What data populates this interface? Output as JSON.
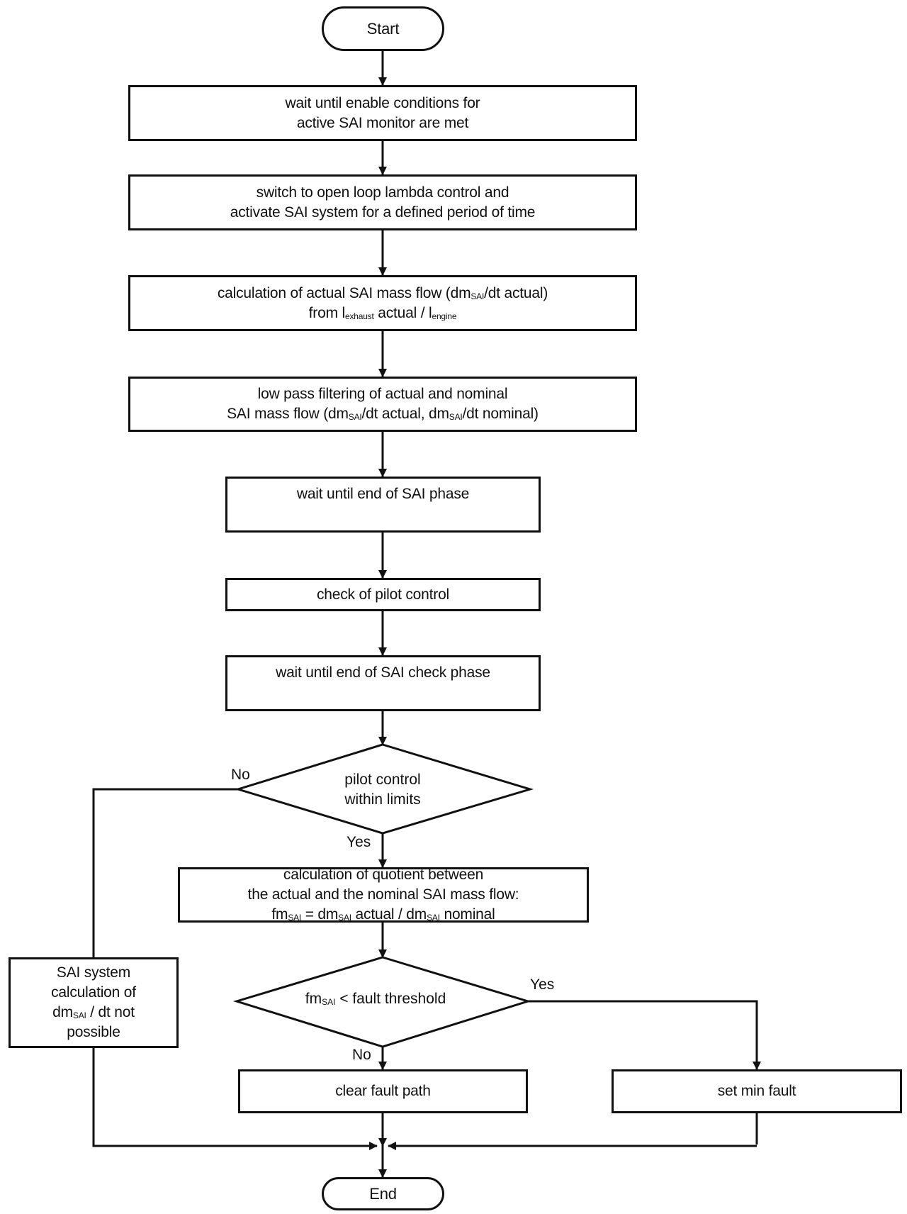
{
  "flow": {
    "start": "Start",
    "end": "End",
    "step1": {
      "line1": "wait until enable conditions for",
      "line2": "active SAI monitor are met"
    },
    "step2": {
      "line1": "switch to open loop lambda control and",
      "line2": "activate SAI system for a defined period of time"
    },
    "step3": {
      "line1_a": "calculation of actual SAI mass flow (dm",
      "line1_sub": "SAI",
      "line1_b": "/dt actual)",
      "line2_a": "from l",
      "line2_sub1": "exhaust",
      "line2_b": " actual / l",
      "line2_sub2": "engine"
    },
    "step4": {
      "line1": "low pass filtering of actual and nominal",
      "line2_a": "SAI mass flow (dm",
      "line2_sub1": "SAI",
      "line2_b": "/dt actual, dm",
      "line2_sub2": "SAI",
      "line2_c": "/dt nominal)"
    },
    "step5": "wait until end of SAI phase",
    "step6": "check of pilot control",
    "step7": "wait until end of SAI check phase",
    "decision1": {
      "line1": "pilot control",
      "line2": "within limits",
      "no_label": "No",
      "yes_label": "Yes"
    },
    "step8": {
      "line1": "calculation of quotient between",
      "line2": "the actual and the nominal SAI mass flow:",
      "line3_a": "fm",
      "line3_sub1": "SAI",
      "line3_b": " = dm",
      "line3_sub2": "SAI",
      "line3_c": " actual / dm",
      "line3_sub3": "SAI",
      "line3_d": " nominal"
    },
    "decision2": {
      "text_a": "fm",
      "text_sub": "SAI",
      "text_b": " < fault threshold",
      "yes_label": "Yes",
      "no_label": "No"
    },
    "side_box": {
      "line1": "SAI system",
      "line2": "calculation of",
      "line3_a": "dm",
      "line3_sub": "SAI",
      "line3_b": " / dt not",
      "line4": "possible"
    },
    "clear_fault": "clear fault path",
    "set_fault": "set min fault"
  }
}
